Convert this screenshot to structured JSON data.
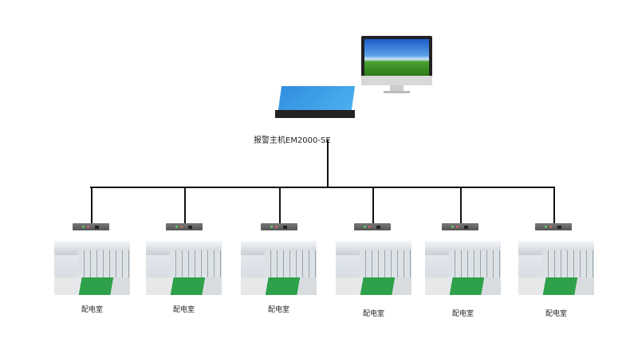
{
  "server": {
    "label": "报警主机EM2000-SE"
  },
  "rooms": [
    {
      "label": "配电室"
    },
    {
      "label": "配电室"
    },
    {
      "label": "配电室"
    },
    {
      "label": "配电室"
    },
    {
      "label": "配电室"
    },
    {
      "label": "配电室"
    }
  ],
  "colors": {
    "line": "#111111",
    "server": "#3a9de8",
    "floor": "#2ea14a"
  }
}
